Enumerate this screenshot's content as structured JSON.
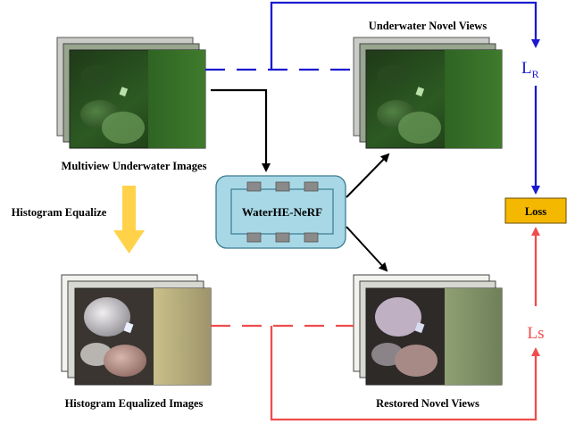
{
  "labels": {
    "underwater_novel_views": "Underwater Novel Views",
    "multiview_underwater_images": "Multiview Underwater Images",
    "histogram_equalize": "Histogram Equalize",
    "histogram_equalized_images": "Histogram Equalized Images",
    "restored_novel_views": "Restored Novel Views",
    "model_name": "WaterHE-NeRF",
    "loss": "Loss",
    "loss_r_base": "L",
    "loss_r_sub": "R",
    "loss_s": "Ls"
  },
  "colors": {
    "reconstruction_path": "#1a1ad0",
    "restoration_path": "#ef4d4d",
    "loss_box": "#f5b800",
    "model_box": "#a8d8e6",
    "histogram_arrow": "#ffd24a",
    "flow_arrow": "#000000"
  },
  "icons": {
    "histogram_arrow": "thick-down-arrow"
  }
}
